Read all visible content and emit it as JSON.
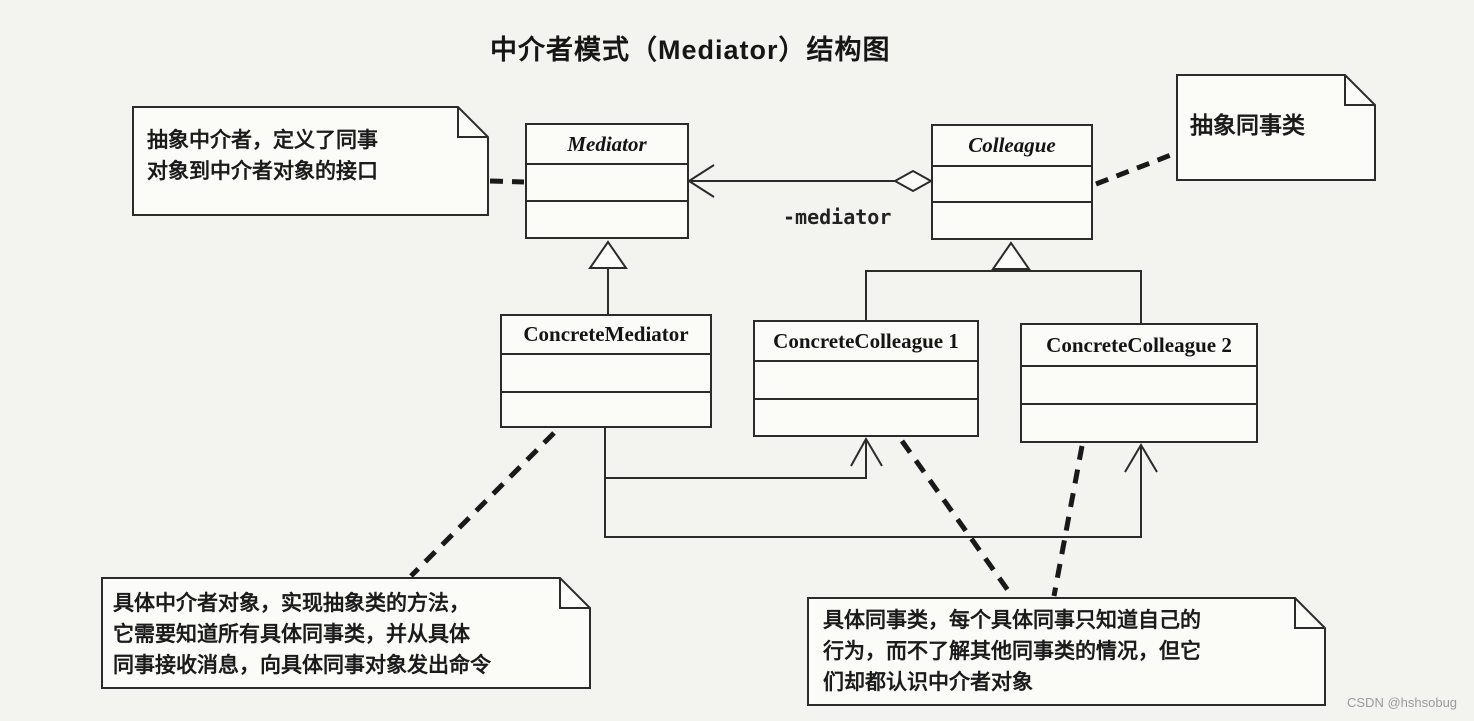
{
  "title": "中介者模式（Mediator）结构图",
  "diagram_type": "uml-class-diagram",
  "classes": {
    "mediator": {
      "name": "Mediator",
      "abstract": true,
      "compartments": 3
    },
    "colleague": {
      "name": "Colleague",
      "abstract": true,
      "compartments": 3
    },
    "concrete_mediator": {
      "name": "ConcreteMediator",
      "abstract": false,
      "compartments": 3
    },
    "concrete_colleague_1": {
      "name": "ConcreteColleague 1",
      "abstract": false,
      "compartments": 3
    },
    "concrete_colleague_2": {
      "name": "ConcreteColleague 2",
      "abstract": false,
      "compartments": 3
    }
  },
  "relationships": {
    "association_label": "-mediator",
    "colleague_to_mediator": "aggregation with open arrow from Colleague to Mediator",
    "concrete_mediator_generalization": "ConcreteMediator inherits Mediator (hollow triangle)",
    "concrete_colleagues_generalization": "ConcreteColleague 1 and 2 inherit Colleague (hollow triangle)",
    "mediator_to_colleagues": "ConcreteMediator associations with open arrows into ConcreteColleague 1 and 2"
  },
  "notes": {
    "mediator": {
      "lines": [
        "抽象中介者，定义了同事",
        "对象到中介者对象的接口"
      ]
    },
    "colleague": {
      "lines": [
        "抽象同事类"
      ]
    },
    "concrete_mediator": {
      "lines": [
        "具体中介者对象，实现抽象类的方法，",
        "它需要知道所有具体同事类，并从具体",
        "同事接收消息，向具体同事对象发出命令"
      ]
    },
    "concrete_colleague": {
      "lines": [
        "具体同事类，每个具体同事只知道自己的",
        "行为，而不了解其他同事类的情况，但它",
        "们却都认识中介者对象"
      ]
    }
  },
  "watermark": "CSDN @hshsobug",
  "colors": {
    "paper": "#f3f3f0",
    "box_fill": "#fbfbf8",
    "ink": "#2b2b2b",
    "watermark_gray": "#9b9b9b"
  }
}
